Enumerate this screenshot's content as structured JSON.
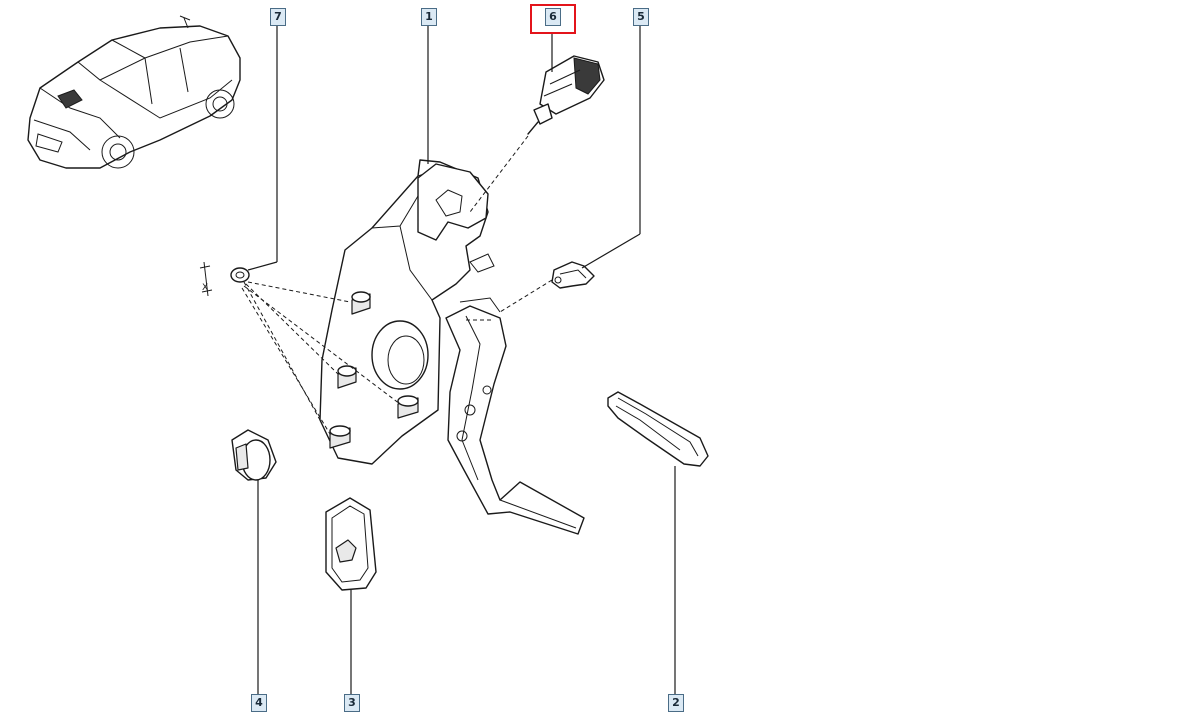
{
  "diagram": {
    "callouts": [
      {
        "id": "1",
        "label": "1"
      },
      {
        "id": "2",
        "label": "2"
      },
      {
        "id": "3",
        "label": "3"
      },
      {
        "id": "4",
        "label": "4"
      },
      {
        "id": "5",
        "label": "5"
      },
      {
        "id": "6",
        "label": "6",
        "highlighted": true
      },
      {
        "id": "7",
        "label": "7"
      }
    ],
    "dimension_mark": "X",
    "colors": {
      "callout_fill": "#dbe9f4",
      "callout_border": "#4a6c86",
      "highlight": "#e3141b",
      "line": "#1a1a1a"
    }
  }
}
